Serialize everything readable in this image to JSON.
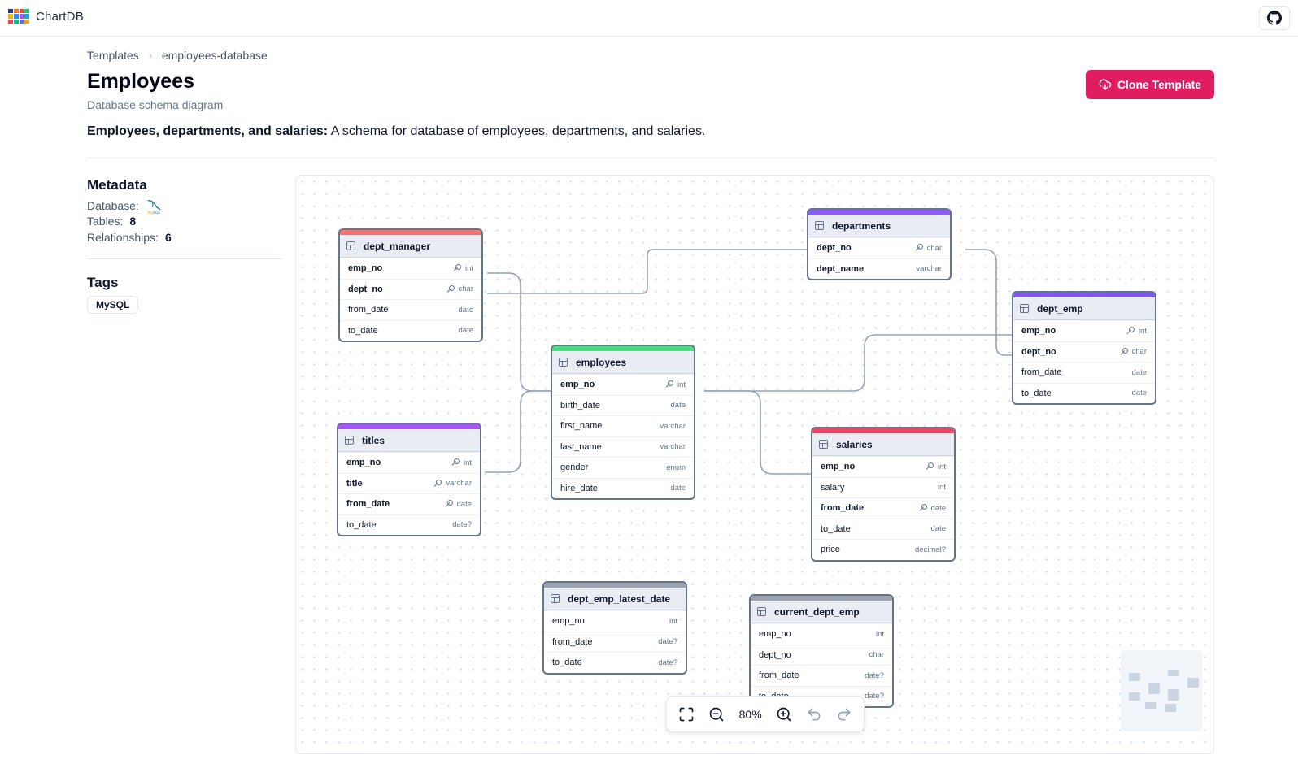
{
  "app": {
    "name": "ChartDB",
    "logo_colors": [
      "#1e3a8a",
      "#f97316",
      "#ef4444",
      "#22c55e",
      "#eab308",
      "#3b82f6",
      "#a855f7",
      "#0ea5e9",
      "#f43f5e",
      "#10b981",
      "#6366f1",
      "#f59e0b"
    ]
  },
  "breadcrumb": {
    "items": [
      "Templates",
      "employees-database"
    ]
  },
  "header": {
    "title": "Employees",
    "subtitle": "Database schema diagram",
    "clone_label": "Clone Template",
    "clone_color": "#e11d62"
  },
  "description": {
    "bold": "Employees, departments, and salaries:",
    "text": "A schema for database of employees, departments, and salaries."
  },
  "metadata": {
    "title": "Metadata",
    "database_label": "Database:",
    "database_icon": "mysql-icon",
    "tables_label": "Tables:",
    "tables_value": "8",
    "relationships_label": "Relationships:",
    "relationships_value": "6"
  },
  "tags": {
    "title": "Tags",
    "items": [
      "MySQL"
    ]
  },
  "tables": [
    {
      "name": "dept_manager",
      "color": "#f87171",
      "fields": [
        {
          "name": "emp_no",
          "type": "int",
          "pk": true
        },
        {
          "name": "dept_no",
          "type": "char",
          "pk": true
        },
        {
          "name": "from_date",
          "type": "date",
          "pk": false
        },
        {
          "name": "to_date",
          "type": "date",
          "pk": false
        }
      ]
    },
    {
      "name": "departments",
      "color": "#8b5cf6",
      "fields": [
        {
          "name": "dept_no",
          "type": "char",
          "pk": true
        },
        {
          "name": "dept_name",
          "type": "varchar",
          "pk": false,
          "bold": true
        }
      ]
    },
    {
      "name": "dept_emp",
      "color": "#7c5ce6",
      "fields": [
        {
          "name": "emp_no",
          "type": "int",
          "pk": true
        },
        {
          "name": "dept_no",
          "type": "char",
          "pk": true
        },
        {
          "name": "from_date",
          "type": "date",
          "pk": false
        },
        {
          "name": "to_date",
          "type": "date",
          "pk": false
        }
      ]
    },
    {
      "name": "employees",
      "color": "#4ade80",
      "fields": [
        {
          "name": "emp_no",
          "type": "int",
          "pk": true
        },
        {
          "name": "birth_date",
          "type": "date",
          "pk": false
        },
        {
          "name": "first_name",
          "type": "varchar",
          "pk": false
        },
        {
          "name": "last_name",
          "type": "varchar",
          "pk": false
        },
        {
          "name": "gender",
          "type": "enum",
          "pk": false
        },
        {
          "name": "hire_date",
          "type": "date",
          "pk": false
        }
      ]
    },
    {
      "name": "titles",
      "color": "#a855f7",
      "fields": [
        {
          "name": "emp_no",
          "type": "int",
          "pk": true
        },
        {
          "name": "title",
          "type": "varchar",
          "pk": true
        },
        {
          "name": "from_date",
          "type": "date",
          "pk": true
        },
        {
          "name": "to_date",
          "type": "date?",
          "pk": false
        }
      ]
    },
    {
      "name": "salaries",
      "color": "#f43f5e",
      "fields": [
        {
          "name": "emp_no",
          "type": "int",
          "pk": true
        },
        {
          "name": "salary",
          "type": "int",
          "pk": false
        },
        {
          "name": "from_date",
          "type": "date",
          "pk": true
        },
        {
          "name": "to_date",
          "type": "date",
          "pk": false
        },
        {
          "name": "price",
          "type": "decimal?",
          "pk": false
        }
      ]
    },
    {
      "name": "dept_emp_latest_date",
      "color": "#9ca3af",
      "fields": [
        {
          "name": "emp_no",
          "type": "int",
          "pk": false
        },
        {
          "name": "from_date",
          "type": "date?",
          "pk": false
        },
        {
          "name": "to_date",
          "type": "date?",
          "pk": false
        }
      ]
    },
    {
      "name": "current_dept_emp",
      "color": "#9ca3af",
      "fields": [
        {
          "name": "emp_no",
          "type": "int",
          "pk": false
        },
        {
          "name": "dept_no",
          "type": "char",
          "pk": false
        },
        {
          "name": "from_date",
          "type": "date?",
          "pk": false
        },
        {
          "name": "to_date",
          "type": "date?",
          "pk": false
        }
      ]
    }
  ],
  "controls": {
    "zoom": "80%"
  }
}
